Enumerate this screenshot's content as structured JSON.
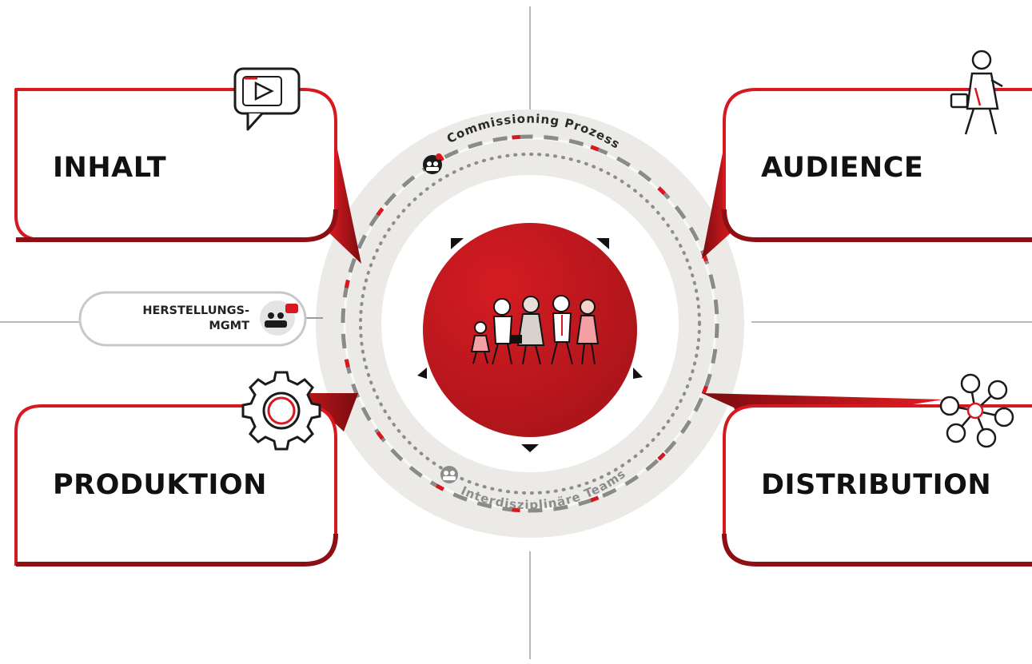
{
  "quadrants": {
    "inhalt": "INHALT",
    "produktion": "PRODUKTION",
    "audience": "AUDIENCE",
    "distribution": "DISTRIBUTION"
  },
  "side_pill": {
    "line1": "HERSTELLUNGS-",
    "line2": "MGMT"
  },
  "ring": {
    "top_label": "Commissioning Prozess",
    "bottom_label": "Interdisziplinäre Teams"
  },
  "colors": {
    "brand_red": "#d7191f",
    "dark_red": "#8e0f14",
    "ring_grey": "#e9e8e4",
    "line_grey": "#b9b9b9"
  },
  "icons": {
    "inhalt": "video-play-speech-bubble-icon",
    "produktion": "gear-icon",
    "audience": "walking-woman-with-bag-icon",
    "distribution": "network-nodes-icon",
    "pill": "team-chat-icon",
    "center": "walking-people-group-icon"
  }
}
